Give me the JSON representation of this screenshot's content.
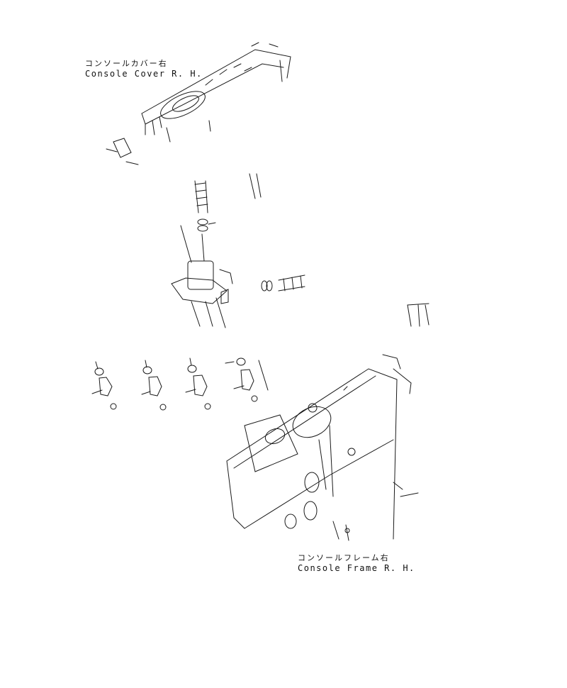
{
  "labels": {
    "console_cover": {
      "jp": "コンソールカバー右",
      "en": "Console Cover R. H."
    },
    "console_frame": {
      "jp": "コンソールフレーム右",
      "en": "Console Frame R. H."
    }
  },
  "colors": {
    "line": "#1a1a1a",
    "background": "#ffffff"
  }
}
